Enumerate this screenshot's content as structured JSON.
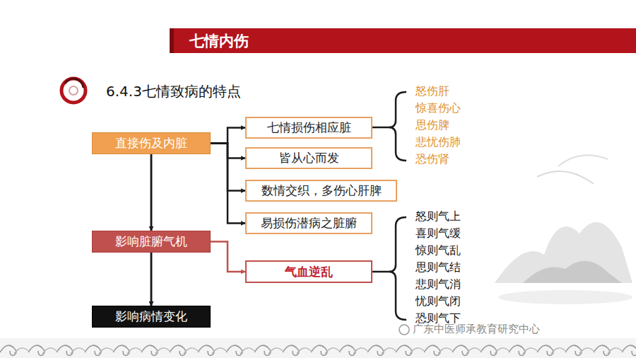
{
  "diagram": {
    "title": "6.4.3七情致病的特点",
    "nodes": [
      {
        "text": [
          "七情内伤"
        ]
      },
      {
        "text": [
          "直接伤及内脏"
        ]
      },
      {
        "text": [
          "七情损伤相应脏"
        ]
      },
      {
        "text": [
          "皆从心而发"
        ]
      },
      {
        "text": [
          "数情交织，多伤心肝脾"
        ]
      },
      {
        "text": [
          "易损伤潜病之脏腑"
        ]
      },
      {
        "text": [
          "影响脏腑气机"
        ]
      },
      {
        "text": [
          "气血逆乱"
        ]
      },
      {
        "text": [
          "影响病情变化"
        ]
      }
    ],
    "edges": [
      {
        "from": 1,
        "to": 2,
        "arrow": "to"
      },
      {
        "from": 1,
        "to": 3,
        "arrow": "to"
      },
      {
        "from": 1,
        "to": 4,
        "arrow": "to"
      },
      {
        "from": 1,
        "to": 5,
        "arrow": "to"
      },
      {
        "from": 1,
        "to": 6,
        "arrow": "to"
      },
      {
        "from": 6,
        "to": 8,
        "arrow": "to"
      },
      {
        "from": 1,
        "to": 8,
        "arrow": "to"
      },
      {
        "from": 6,
        "to": 7,
        "arrow": "to"
      }
    ],
    "labels": [
      "怒伤肝",
      "惊喜伤心",
      "思伤脾",
      "悲忧伤肺",
      "恐伤肾",
      "怒则气上",
      "喜则气缓",
      "惊则气乱",
      "思则气结",
      "悲则气消",
      "忧则气闭",
      "恐则气下",
      "广东中医师承教育研究中心"
    ]
  }
}
